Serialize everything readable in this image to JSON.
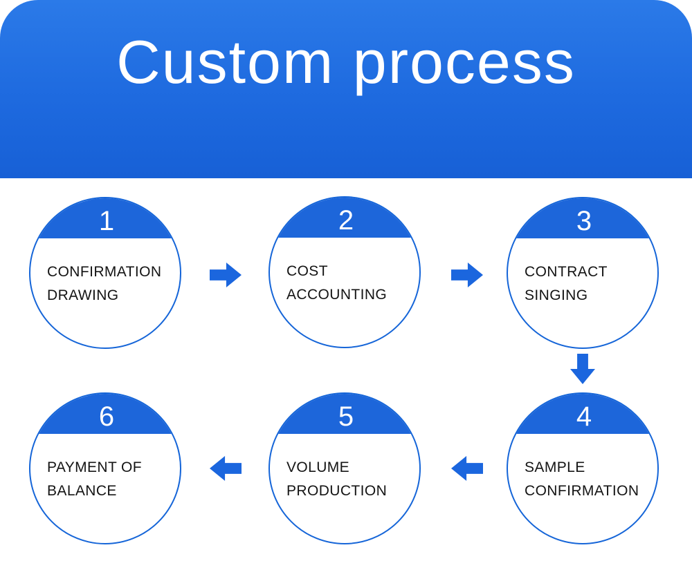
{
  "banner": {
    "title": "Custom process"
  },
  "steps": [
    {
      "number": "1",
      "lines": [
        "CONFIRMATION",
        "DRAWING"
      ]
    },
    {
      "number": "2",
      "lines": [
        "COST",
        "ACCOUNTING"
      ]
    },
    {
      "number": "3",
      "lines": [
        "CONTRACT",
        "SINGING"
      ]
    },
    {
      "number": "4",
      "lines": [
        "SAMPLE",
        "CONFIRMATION"
      ]
    },
    {
      "number": "5",
      "lines": [
        "VOLUME",
        "PRODUCTION"
      ]
    },
    {
      "number": "6",
      "lines": [
        "PAYMENT OF",
        "BALANCE"
      ]
    }
  ],
  "flow_order": [
    "1",
    "2",
    "3",
    "4",
    "5",
    "6"
  ],
  "colors": {
    "banner_blue": "#1e6adf",
    "circle_border_blue": "#1565d8",
    "cap_blue": "#1d66da",
    "arrow_blue": "#1b66de",
    "title_text": "#ffffff",
    "step_text": "#141414"
  }
}
